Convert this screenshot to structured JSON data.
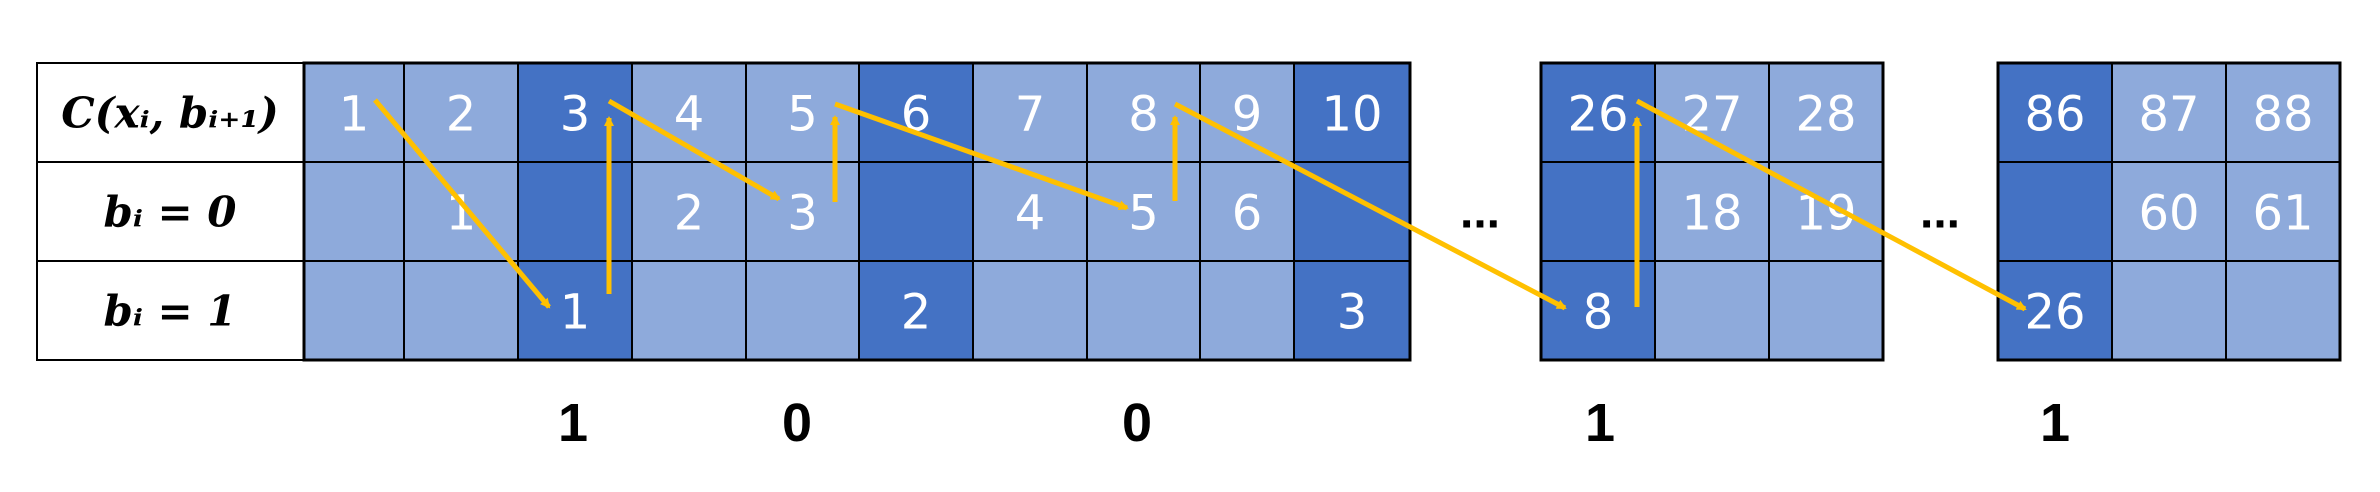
{
  "row_labels": [
    "C(xᵢ, bᵢ₊₁)",
    "bᵢ = 0",
    "bᵢ = 1"
  ],
  "colors": {
    "light": "#8eaadb",
    "dark": "#4472c4",
    "arrow": "#ffc000",
    "grid": "#000000"
  },
  "blocks": [
    {
      "dark_cols": [
        2,
        5,
        9
      ],
      "rows": [
        [
          "1",
          "2",
          "3",
          "4",
          "5",
          "6",
          "7",
          "8",
          "9",
          "10"
        ],
        [
          "",
          "1",
          "",
          "2",
          "3",
          "",
          "4",
          "5",
          "6",
          ""
        ],
        [
          "",
          "",
          "1",
          "",
          "",
          "2",
          "",
          "",
          "",
          "3"
        ]
      ]
    },
    {
      "dark_cols": [
        0
      ],
      "rows": [
        [
          "26",
          "27",
          "28"
        ],
        [
          "",
          "18",
          "19"
        ],
        [
          "8",
          "",
          ""
        ]
      ]
    },
    {
      "dark_cols": [
        0
      ],
      "rows": [
        [
          "86",
          "87",
          "88"
        ],
        [
          "",
          "60",
          "61"
        ],
        [
          "26",
          "",
          ""
        ]
      ]
    }
  ],
  "ellipsis": [
    "...",
    "..."
  ],
  "bits": [
    "1",
    "0",
    "0",
    "1",
    "1"
  ]
}
